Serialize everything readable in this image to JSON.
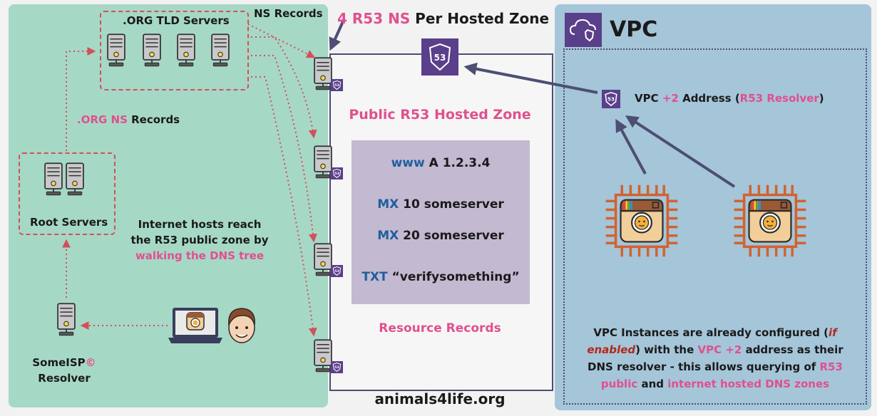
{
  "title": {
    "prefix": "4 R53 NS",
    "suffix": " Per Hosted Zone"
  },
  "ns_records_label": "NS Records",
  "org_tld": {
    "label": ".ORG TLD Servers"
  },
  "org_ns_records": {
    "prefix": ".ORG NS",
    "suffix": " Records"
  },
  "root_servers": {
    "label": "Root Servers"
  },
  "internet_hosts": {
    "line1": "Internet hosts reach",
    "line2": "the R53 public zone by",
    "line3": "walking the DNS tree"
  },
  "someisp": {
    "name": "SomeISP",
    "mark": "©",
    "line2": "Resolver"
  },
  "hosted_zone": {
    "title": "Public R53 Hosted Zone",
    "records": [
      {
        "type": "www",
        "value": " A 1.2.3.4"
      },
      {
        "type": "MX",
        "value": " 10 someserver"
      },
      {
        "type": "MX",
        "value": " 20 someserver"
      },
      {
        "type": "TXT",
        "value": " “verifysomething”"
      }
    ],
    "records_label": "Resource Records",
    "domain": "animals4life.org"
  },
  "r53_badge": "53",
  "vpc": {
    "title": "VPC",
    "resolver": {
      "part1": "VPC ",
      "part2": "+2",
      "part3": " Address (",
      "part4": "R53 Resolver",
      "part5": ")"
    },
    "note": {
      "a1": "VPC Instances are already configured (",
      "a2": "if",
      "b1": "enabled",
      "b2": ") with the ",
      "b3": "VPC +2",
      "b4": " address as their",
      "c1": "DNS resolver - this allows querying of ",
      "c2": "R53",
      "d1": "public",
      "d2": " and ",
      "d3": "internet hosted DNS zones"
    }
  },
  "colors": {
    "left_panel": "#a6d8c6",
    "right_panel": "#a5c5d9",
    "pink": "#e0508f",
    "blue": "#1f5f9e",
    "purple": "#4c4e73",
    "dotted_red": "#d3505a",
    "chip_orange": "#d2622e"
  }
}
